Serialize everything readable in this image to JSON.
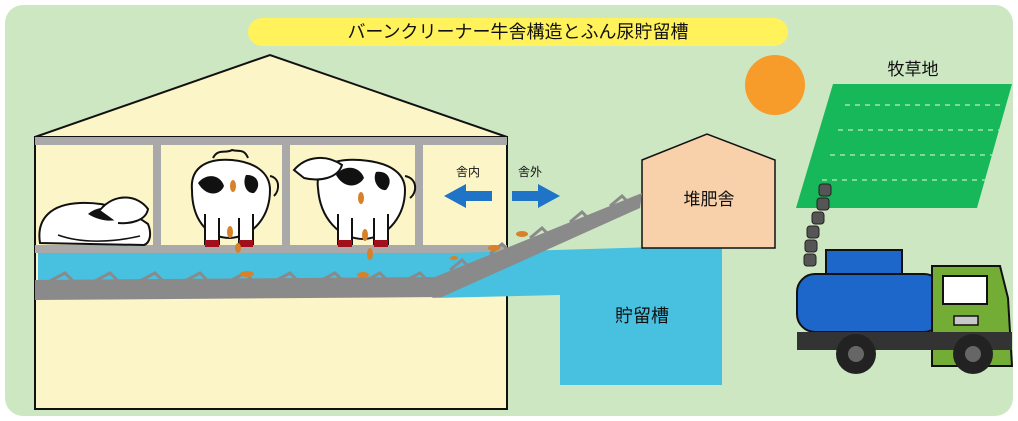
{
  "title": "バーンクリーナー牛舎構造とふん尿貯留槽",
  "labels": {
    "pasture": "牧草地",
    "inside": "舎内",
    "outside": "舎外",
    "compost_shed": "堆肥舎",
    "storage_tank": "貯留槽"
  },
  "colors": {
    "background": "#cde7c3",
    "title_banner": "#fff25a",
    "barn_wall": "#fbf5c8",
    "barn_frame": "#a9a9a9",
    "water": "#48c0df",
    "conveyor": "#8a8a8a",
    "arrow_blue": "#1f74c7",
    "compost_shed": "#f8d1aa",
    "pasture": "#17b85a",
    "sun": "#f79b2a",
    "truck_cab": "#74ad35",
    "truck_tank": "#1c67c9",
    "manure": "#d7812a"
  }
}
